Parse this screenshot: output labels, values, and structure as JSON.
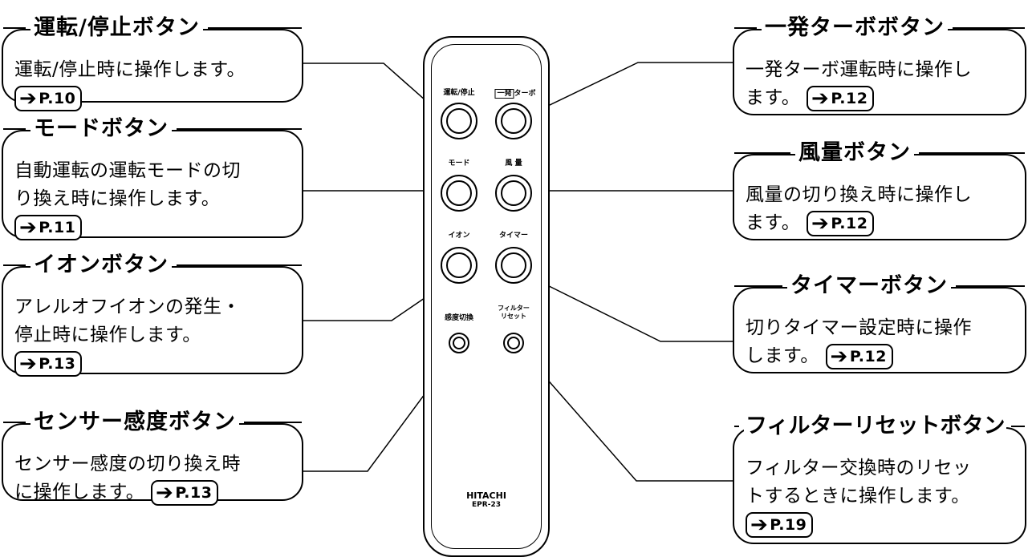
{
  "callouts": {
    "run_stop": {
      "title": "運転/停止ボタン",
      "lines": [
        "運転/停止時に操作します。"
      ],
      "ref": "P.10"
    },
    "mode": {
      "title": "モードボタン",
      "lines": [
        "自動運転の運転モードの切",
        "り換え時に操作します。"
      ],
      "ref": "P.11"
    },
    "ion": {
      "title": "イオンボタン",
      "lines": [
        "アレルオフイオンの発生・",
        "停止時に操作します。"
      ],
      "ref": "P.13"
    },
    "sensor": {
      "title": "センサー感度ボタン",
      "lines": [
        "センサー感度の切り換え時",
        "に操作します。"
      ],
      "ref": "P.13"
    },
    "turbo": {
      "title": "一発ターボボタン",
      "lines": [
        "一発ターボ運転時に操作し",
        "ます。"
      ],
      "ref": "P.12"
    },
    "fan": {
      "title": "風量ボタン",
      "lines": [
        "風量の切り換え時に操作し",
        "ます。"
      ],
      "ref": "P.12"
    },
    "timer": {
      "title": "タイマーボタン",
      "lines": [
        "切りタイマー設定時に操作",
        "します。"
      ],
      "ref": "P.12"
    },
    "filter": {
      "title": "フィルターリセットボタン",
      "lines": [
        "フィルター交換時のリセッ",
        "トするときに操作します。"
      ],
      "ref": "P.19"
    }
  },
  "remote": {
    "labels": {
      "run_stop": "運転/停止",
      "oneshot": "一発",
      "turbo": "ターボ",
      "mode": "モード",
      "fan": "風 量",
      "ion": "イオン",
      "timer": "タイマー",
      "sensor": "感度切換",
      "filter_1": "フィルター",
      "filter_2": "リセット"
    },
    "brand": "HITACHI",
    "model": "EPR-23"
  },
  "arrow_glyph": "➔"
}
